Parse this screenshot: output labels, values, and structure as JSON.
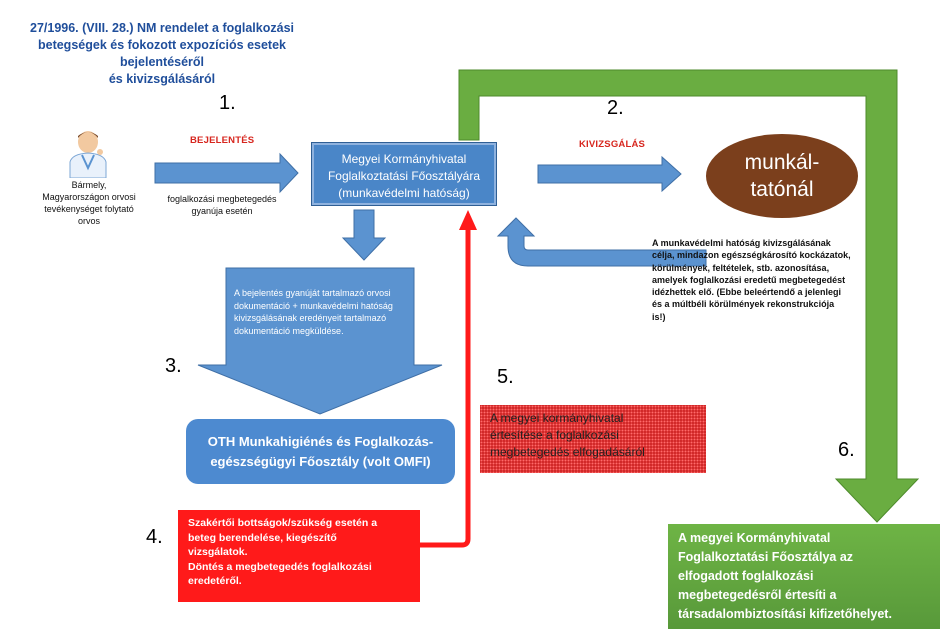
{
  "title": {
    "line1": "27/1996. (VIII. 28.) NM rendelet a foglalkozási",
    "line2": "betegségek és fokozott expozíciós esetek bejelentéséről",
    "line3": "és kivizsgálásáról"
  },
  "steps": {
    "n1": "1.",
    "n2": "2.",
    "n3": "3.",
    "n4": "4.",
    "n5": "5.",
    "n6": "6."
  },
  "labels": {
    "bejelentes": "BEJELENTÉS",
    "kivizsgalas": "KIVIZSGÁLÁS",
    "suspicion_line1": "foglalkozási megbetegedés",
    "suspicion_line2": "gyanúja esetén"
  },
  "doctor": {
    "line1": "Bármely,",
    "line2": "Magyarországon orvosi",
    "line3": "tevékenységet folytató",
    "line4": "orvos"
  },
  "gov_box": {
    "line1": "Megyei Kormányhivatal",
    "line2": "Foglalkoztatási Főosztályára",
    "line3": "(munkavédelmi hatóság)"
  },
  "employer": {
    "line1": "munkál-",
    "line2": "tatónál"
  },
  "investigation_desc": {
    "line1": "A munkavédelmi hatóság kivizsgálásának",
    "line2": "célja, mindazon egészségkárosító kockázatok,",
    "line3": "körülmények, feltételek, stb. azonosítása,",
    "line4": "amelyek foglalkozási eredetű megbetegedést",
    "line5": "idézhettek elő. (Ebbe beleértendő a jelenlegi",
    "line6": "és a múltbéli körülmények rekonstrukciója",
    "line7": "is!)"
  },
  "send_docs": {
    "line1": "A bejelentés gyanúját tartalmazó orvosi",
    "line2": "dokumentáció + munkavédelmi hatóság",
    "line3": "kivizsgálásának eredényeit tartalmazó",
    "line4": "dokumentáció megküldése."
  },
  "oth": {
    "line1": "OTH Munkahigiénés és Foglalkozás-",
    "line2": "egészségügyi Főosztály (volt OMFI)"
  },
  "expert": {
    "line1": "Szakértői bottságok/szükség esetén a",
    "line2": "beteg berendelése, kiegészítő",
    "line3": "vizsgálatok.",
    "line4": "Döntés a megbetegedés foglalkozási",
    "line5": "eredetéről."
  },
  "notify_gov": {
    "line1": "A megyei kormányhivatal",
    "line2": "értesítése a foglalkozási",
    "line3": "megbetegedés elfogadásáról"
  },
  "final": {
    "line1": "A megyei Kormányhivatal",
    "line2": "Foglalkoztatási Főosztálya az",
    "line3": "elfogadott foglalkozási",
    "line4": "megbetegedésről értesíti a",
    "line5": "társadalombiztosítási kifizetőhelyet."
  },
  "colors": {
    "blue_arrow": "#5b93d0",
    "green_arrow": "#6aad41",
    "red_arrow": "#ff1a1a",
    "title_blue": "#1f4e9b"
  }
}
